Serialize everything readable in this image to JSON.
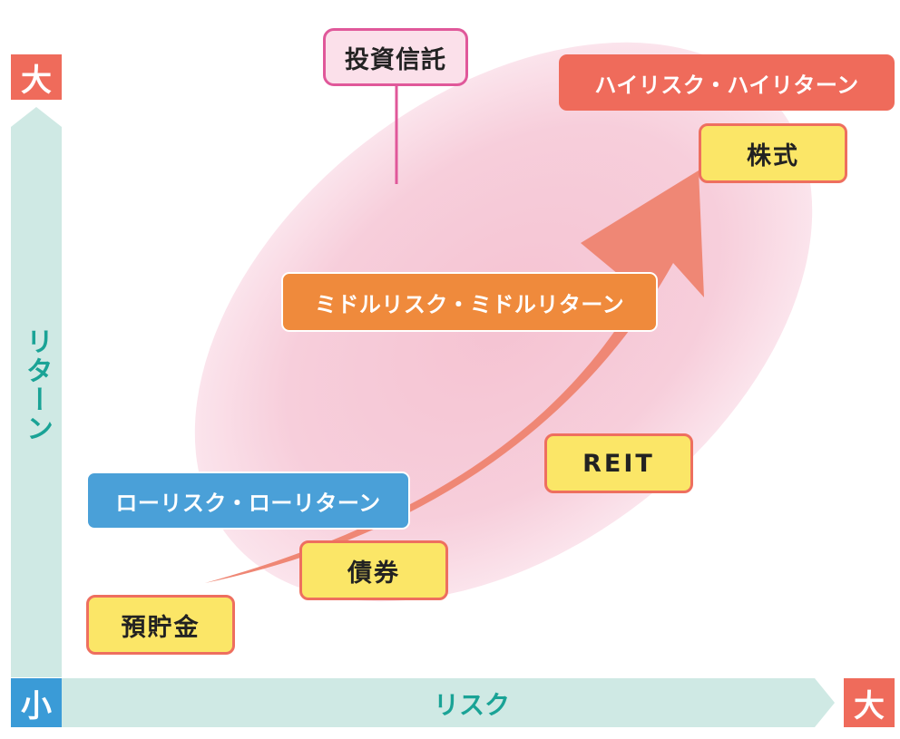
{
  "axes": {
    "y_label": "リターン",
    "x_label": "リスク",
    "y_max": "大",
    "origin": "小",
    "x_max": "大"
  },
  "callout": {
    "label": "投資信託"
  },
  "bands": {
    "high": "ハイリスク・ハイリターン",
    "middle": "ミドルリスク・ミドルリターン",
    "low": "ローリスク・ローリターン"
  },
  "products": {
    "stocks": "株式",
    "reit": "REIT",
    "bonds": "債券",
    "deposits": "預貯金"
  },
  "colors": {
    "axis_fill": "#cfe9e4",
    "axis_text": "#1aa396",
    "corner_red": "#ef6b5b",
    "corner_blue": "#3a9bd7",
    "ellipse": "#f6c9d6",
    "arrow": "#ef8775",
    "callout_border": "#e0589a",
    "band_high": "#ef6b5b",
    "band_middle": "#ef8a3c",
    "band_low": "#4aa0d8",
    "product_fill": "#fbe667",
    "product_border": "#ee6f5f"
  }
}
